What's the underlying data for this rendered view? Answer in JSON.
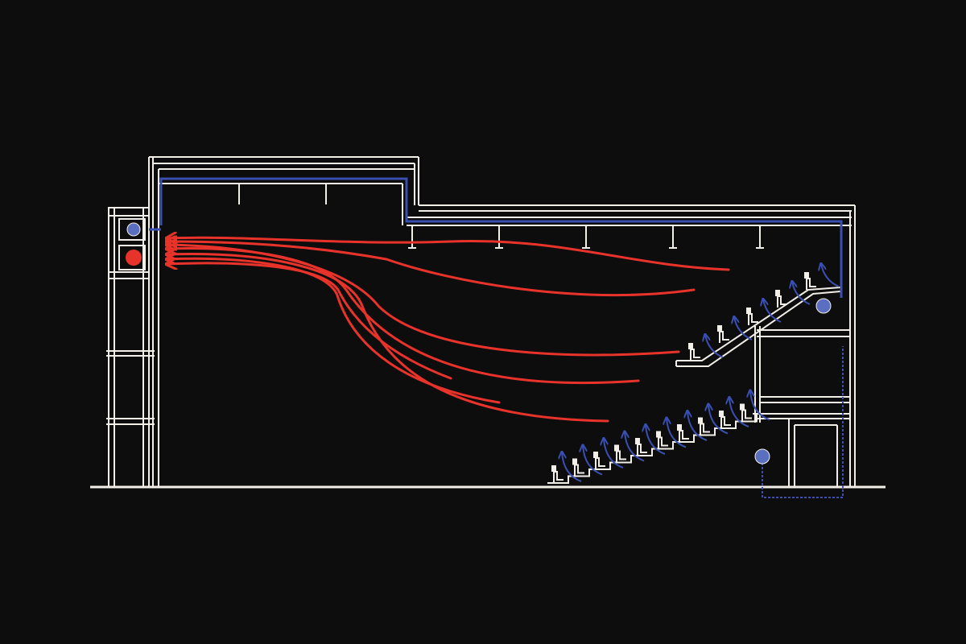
{
  "diagram": {
    "kind": "theatre-section-ventilation",
    "colors": {
      "background": "#0d0d0d",
      "structure": "#f2eee8",
      "warm_air": "#e8332b",
      "cool_air": "#3a4fb0",
      "supply_unit": "#5a6fc0",
      "exhaust_unit": "#e8332b"
    },
    "elements": {
      "warm_air_flow": {
        "count": 7,
        "direction": "toward-left-exhaust"
      },
      "cool_air_flow": {
        "direction": "up-from-seats"
      },
      "lower_tier_rows": 10,
      "balcony_rows": 5
    }
  }
}
